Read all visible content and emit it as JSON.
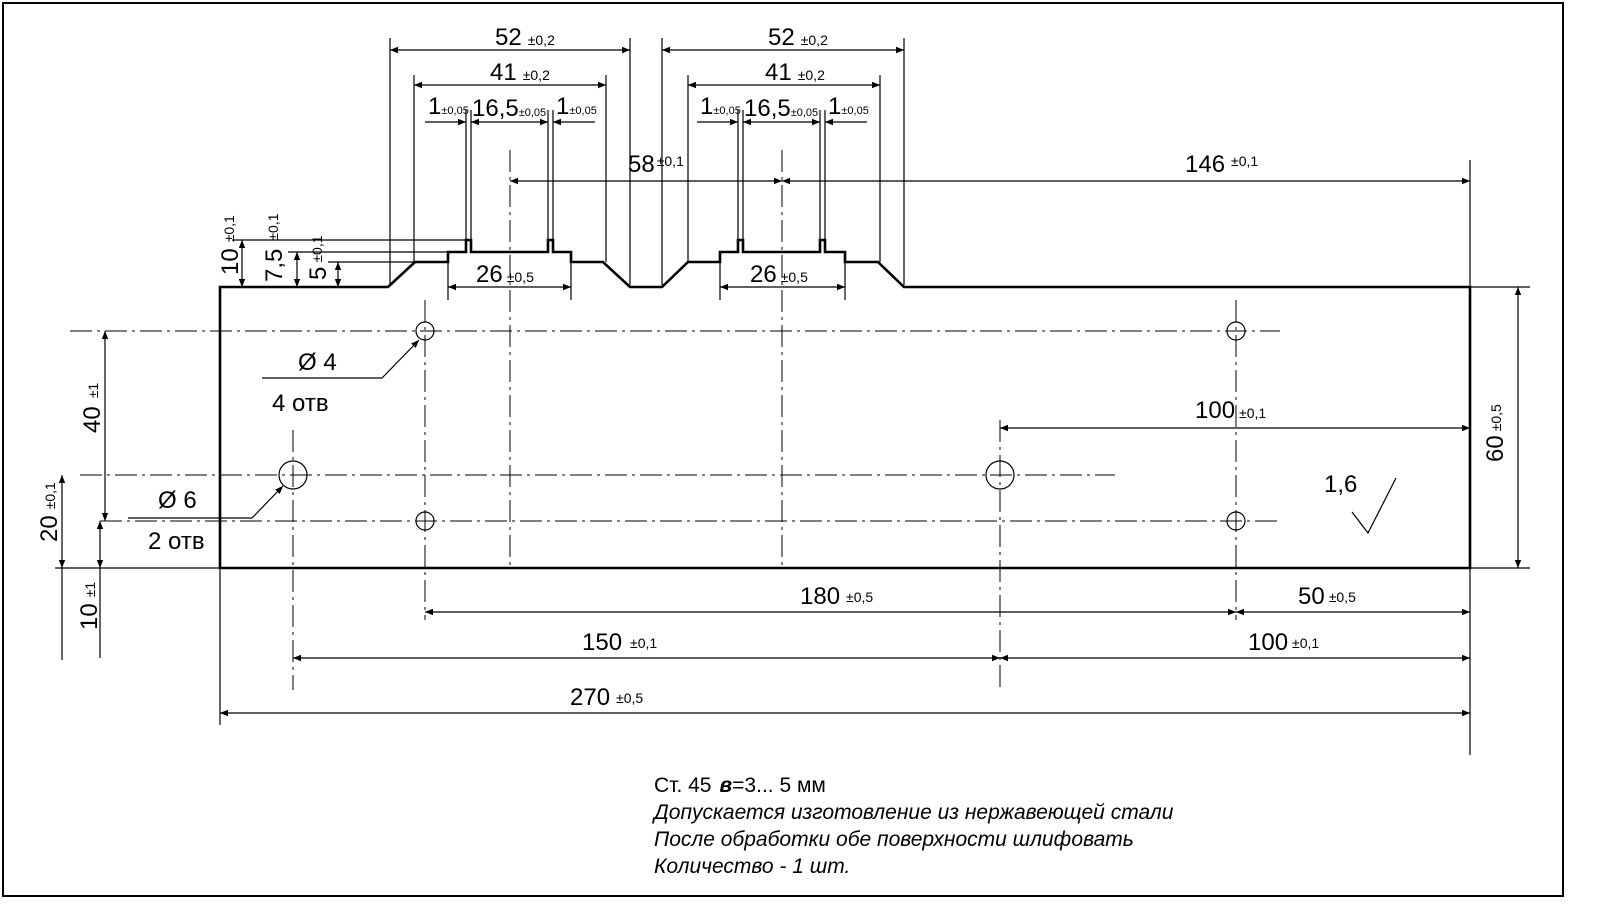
{
  "drawing": {
    "dims": {
      "w52a": {
        "v": "52",
        "t": "±0,2"
      },
      "w52b": {
        "v": "52",
        "t": "±0,2"
      },
      "w41a": {
        "v": "41",
        "t": "±0,2"
      },
      "w41b": {
        "v": "41",
        "t": "±0,2"
      },
      "tab1a": {
        "v": "1",
        "t": "±0,05"
      },
      "gap165a": {
        "v": "16,5",
        "t": "±0,05"
      },
      "tab1b": {
        "v": "1",
        "t": "±0,05"
      },
      "tab1c": {
        "v": "1",
        "t": "±0,05"
      },
      "gap165b": {
        "v": "16,5",
        "t": "±0,05"
      },
      "tab1d": {
        "v": "1",
        "t": "±0,05"
      },
      "d58": {
        "v": "58",
        "t": "±0,1"
      },
      "d146": {
        "v": "146",
        "t": "±0,1"
      },
      "w26a": {
        "v": "26",
        "t": "±0,5"
      },
      "w26b": {
        "v": "26",
        "t": "±0,5"
      },
      "h10": {
        "v": "10",
        "t": "±0,1"
      },
      "h75": {
        "v": "7,5",
        "t": "±0,1"
      },
      "h5": {
        "v": "5",
        "t": "±0,1"
      },
      "v40": {
        "v": "40",
        "t": "±1"
      },
      "v20": {
        "v": "20",
        "t": "±0,1"
      },
      "v10": {
        "v": "10",
        "t": "±1"
      },
      "h60": {
        "v": "60",
        "t": "±0,5"
      },
      "d100a": {
        "v": "100",
        "t": "±0,1"
      },
      "d180": {
        "v": "180",
        "t": "±0,5"
      },
      "d50": {
        "v": "50",
        "t": "±0,5"
      },
      "d150": {
        "v": "150",
        "t": "±0,1"
      },
      "d100b": {
        "v": "100",
        "t": "±0,1"
      },
      "d270": {
        "v": "270",
        "t": "±0,5"
      }
    },
    "holes": {
      "small": {
        "dia": "Ø 4",
        "count": "4 отв"
      },
      "large": {
        "dia": "Ø 6",
        "count": "2 отв"
      }
    },
    "roughness": "1,6"
  },
  "notes": {
    "material_prefix": "Ст. 45",
    "thickness_symbol": "в",
    "thickness": "=3... 5 мм",
    "line1": "Допускается изготовление из нержавеющей стали",
    "line2": "После обработки обе поверхности шлифовать",
    "line3": "Количество - 1 шт."
  }
}
